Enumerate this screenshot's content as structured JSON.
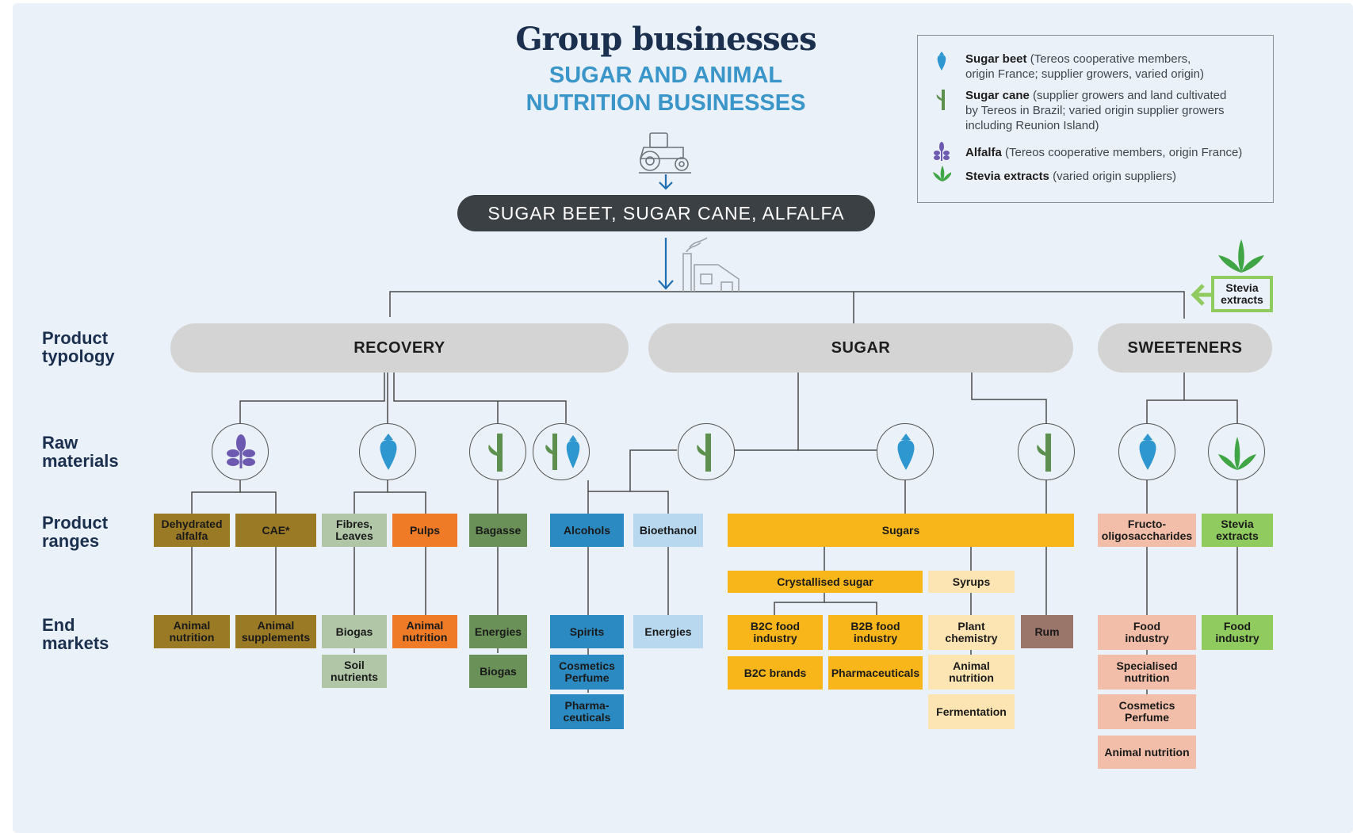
{
  "header": {
    "title": "Group businesses",
    "subtitle_line1": "SUGAR AND ANIMAL",
    "subtitle_line2": "NUTRITION BUSINESSES"
  },
  "source_label": "SUGAR BEET, SUGAR CANE, ALFALFA",
  "legend": {
    "items": [
      {
        "name": "Sugar beet",
        "desc_line1": "(Tereos cooperative members,",
        "desc_line2": "origin France; supplier growers, varied origin)",
        "icon": "sugar-beet-icon"
      },
      {
        "name": "Sugar cane",
        "desc_line1": "(supplier growers and land cultivated",
        "desc_line2": "by Tereos in Brazil; varied origin supplier growers",
        "desc_line3": "including Reunion Island)",
        "icon": "sugar-cane-icon"
      },
      {
        "name": "Alfalfa",
        "desc_line1": "(Tereos cooperative members, origin France)",
        "icon": "alfalfa-icon"
      },
      {
        "name": "Stevia extracts",
        "desc_line1": "(varied origin suppliers)",
        "icon": "stevia-icon"
      }
    ]
  },
  "stevia_input": {
    "line1": "Stevia",
    "line2": "extracts"
  },
  "row_labels": {
    "typology": [
      "Product",
      "typology"
    ],
    "raw": [
      "Raw",
      "materials"
    ],
    "ranges": [
      "Product",
      "ranges"
    ],
    "markets": [
      "End",
      "markets"
    ]
  },
  "typologies": {
    "recovery": "RECOVERY",
    "sugar": "SUGAR",
    "sweeteners": "SWEETENERS"
  },
  "product_ranges": {
    "dehydrated_alfalfa": [
      "Dehydrated",
      "alfalfa"
    ],
    "cae": "CAE*",
    "fibres_leaves": [
      "Fibres,",
      "Leaves"
    ],
    "pulps": "Pulps",
    "bagasse": "Bagasse",
    "alcohols": "Alcohols",
    "bioethanol": "Bioethanol",
    "sugars": "Sugars",
    "crystallised_sugar": "Crystallised sugar",
    "syrups": "Syrups",
    "fos": [
      "Fructo-",
      "oligosaccharides"
    ],
    "stevia": [
      "Stevia",
      "extracts"
    ]
  },
  "end_markets": {
    "animal_nutrition_1": [
      "Animal",
      "nutrition"
    ],
    "animal_supplements": [
      "Animal",
      "supplements"
    ],
    "biogas_1": "Biogas",
    "soil_nutrients": [
      "Soil",
      "nutrients"
    ],
    "animal_nutrition_2": [
      "Animal",
      "nutrition"
    ],
    "energies_1": "Energies",
    "biogas_2": "Biogas",
    "spirits": "Spirits",
    "cosmetics_perfume_1": [
      "Cosmetics",
      "Perfume"
    ],
    "pharmaceuticals_1": [
      "Pharma-",
      "ceuticals"
    ],
    "energies_2": "Energies",
    "b2c_food": [
      "B2C food",
      "industry"
    ],
    "b2b_food": [
      "B2B food",
      "industry"
    ],
    "b2c_brands": "B2C brands",
    "pharmaceuticals_2": "Pharmaceuticals",
    "plant_chemistry": [
      "Plant",
      "chemistry"
    ],
    "animal_nutrition_3": [
      "Animal",
      "nutrition"
    ],
    "fermentation": "Fermentation",
    "rum": "Rum",
    "food_industry_1": [
      "Food",
      "industry"
    ],
    "specialised_nutrition": [
      "Specialised",
      "nutrition"
    ],
    "cosmetics_perfume_2": [
      "Cosmetics",
      "Perfume"
    ],
    "animal_nutrition_4": "Animal nutrition",
    "food_industry_2": [
      "Food",
      "industry"
    ]
  },
  "colors": {
    "background": "#eaf1f8",
    "title": "#1b2f4e",
    "subtitle": "#3a95c9",
    "olive": "#9a7a24",
    "sage": "#b1c6a7",
    "orange": "#ef7b26",
    "green_dark": "#6a9158",
    "blue": "#2b8ac2",
    "light_blue": "#b7d8ef",
    "yellow": "#f9b61a",
    "pale_yellow": "#fde5b3",
    "brown": "#9a756a",
    "salmon": "#f3bea9",
    "lime": "#8fcb5e",
    "beet": "#2f97cf",
    "cane": "#5d8f4e",
    "alfalfa": "#6d5ab0"
  }
}
